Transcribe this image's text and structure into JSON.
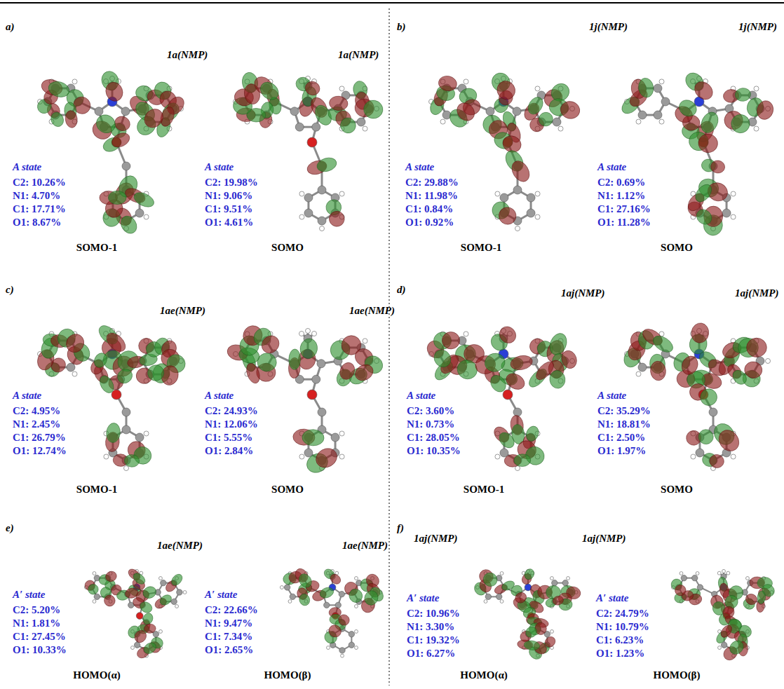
{
  "diagram": {
    "labels": [
      "a)",
      "1a(NMP)",
      "A state",
      "C2: 10.26%",
      "N1: 4.70%",
      "C1: 17.71%",
      "O1: 8.67%",
      "SOMO-1",
      "1a(NMP)",
      "A state",
      "C2: 19.98%",
      "N1: 9.06%",
      "C1: 9.51%",
      "O1: 4.61%",
      "SOMO",
      "b)",
      "1j(NMP)",
      "A state",
      "C2: 29.88%",
      "N1: 11.98%",
      "C1: 0.84%",
      "O1: 0.92%",
      "SOMO-1",
      "1j(NMP)",
      "A state",
      "C2: 0.69%",
      "N1: 1.12%",
      "C1: 27.16%",
      "O1: 11.28%",
      "SOMO",
      "c)",
      "1ae(NMP)",
      "A state",
      "C2: 4.95%",
      "N1: 2.45%",
      "C1: 26.79%",
      "O1: 12.74%",
      "SOMO-1",
      "1ae(NMP)",
      "A state",
      "C2: 24.93%",
      "N1: 12.06%",
      "C1: 5.55%",
      "O1: 2.84%",
      "SOMO",
      "d)",
      "1aj(NMP)",
      "A state",
      "C2: 3.60%",
      "N1: 0.73%",
      "C1: 28.05%",
      "O1: 10.35%",
      "SOMO-1",
      "1aj(NMP)",
      "A state",
      "C2: 35.29%",
      "N1: 18.81%",
      "C1: 2.50%",
      "O1: 1.97%",
      "SOMO",
      "e)",
      "1ae(NMP)",
      "A′ state",
      "C2: 5.20%",
      "N1: 1.81%",
      "C1: 27.45%",
      "O1: 10.33%",
      "HOMO(α)",
      "1ae(NMP)",
      "A′ state",
      "C2: 22.66%",
      "N1: 9.47%",
      "C1: 7.34%",
      "O1: 2.65%",
      "HOMO(β)",
      "f)",
      "1aj(NMP)",
      "A′ state",
      "C2: 10.96%",
      "N1: 3.30%",
      "C1: 19.32%",
      "O1: 6.27%",
      "HOMO(α)",
      "1aj(NMP)",
      "A′ state",
      "C2: 24.79%",
      "N1: 10.79%",
      "C1: 6.23%",
      "O1: 1.23%",
      "HOMO(β)"
    ]
  }
}
